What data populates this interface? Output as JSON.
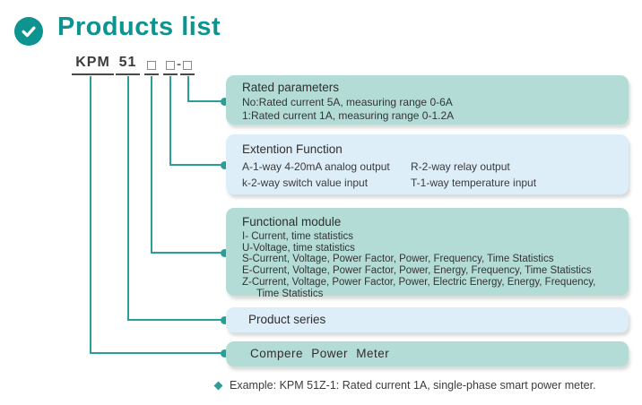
{
  "header": {
    "title": "Products list"
  },
  "model_code": {
    "prefix": "KPM",
    "series": "51",
    "dash": "-"
  },
  "boxes": {
    "rated": {
      "title": "Rated parameters",
      "lines": [
        "No:Rated current 5A, measuring range 0-6A",
        "1:Rated current 1A, measuring range 0-1.2A"
      ]
    },
    "extension": {
      "title": "Extention Function",
      "col1": [
        "A-1-way 4-20mA analog output",
        "k-2-way switch value input"
      ],
      "col2": [
        "R-2-way relay output",
        "T-1-way temperature input"
      ]
    },
    "functional": {
      "title": "Functional module",
      "items": [
        "I- Current, time statistics",
        "U-Voltage, time statistics",
        "S-Current, Voltage, Power Factor, Power, Frequency, Time Statistics",
        "E-Current, Voltage, Power Factor, Power, Energy, Frequency, Time Statistics",
        "Z-Current, Voltage, Power Factor, Power, Electric Energy, Energy, Frequency,",
        "Time Statistics"
      ]
    },
    "series": {
      "title": "Product series"
    },
    "brand": {
      "title": "Compere  Power  Meter"
    }
  },
  "example": {
    "text": "Example: KPM 51Z-1: Rated current 1A, single-phase smart power meter."
  },
  "colors": {
    "accent": "#0d9390",
    "box-teal": "#b4dcd7",
    "box-blue": "#ddeef9",
    "line-teal": "#2b9e97",
    "ink": "#3a3a3a",
    "underline": "#4a4a4a"
  }
}
